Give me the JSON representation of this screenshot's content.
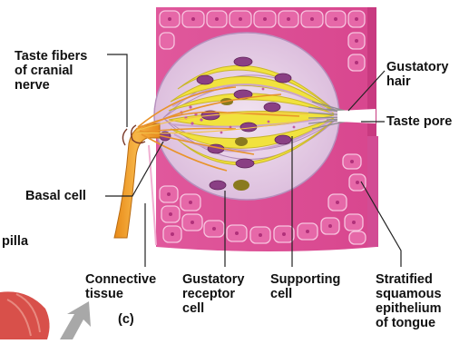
{
  "labels": {
    "taste_fibers": "Taste fibers\nof cranial\nnerve",
    "basal_cell": "Basal cell",
    "papilla_fragment": "pilla",
    "connective_tissue": "Connective\ntissue",
    "gustatory_receptor_cell": "Gustatory\nreceptor\ncell",
    "supporting_cell": "Supporting\ncell",
    "stratified_epithelium": "Stratified\nsquamous\nepithelium\nof tongue",
    "gustatory_hair": "Gustatory\nhair",
    "taste_pore": "Taste pore",
    "panel_letter": "(c)"
  },
  "colors": {
    "epithelium_pink": "#e0589c",
    "epithelium_light": "#f2a6cc",
    "bud_lavender": "#e6cde6",
    "receptor_yellow": "#f0e040",
    "nucleus_purple": "#8a3f84",
    "nerve_orange": "#f0a030",
    "tissue_red": "#d8504a",
    "arrow_gray": "#a8a8a8"
  }
}
